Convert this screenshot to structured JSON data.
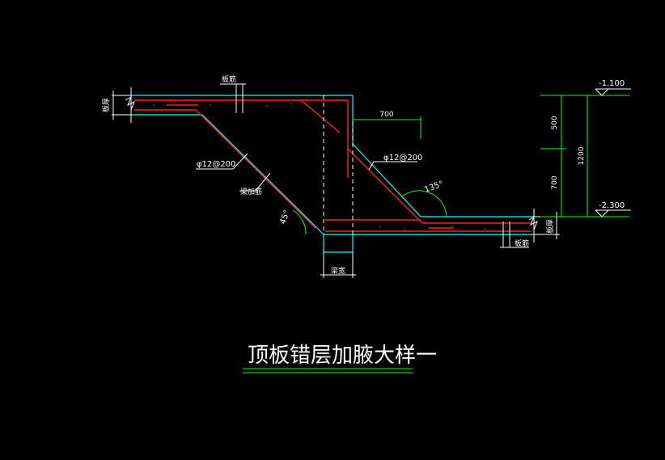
{
  "drawing": {
    "title": "顶板错层加腋大样一",
    "labels": {
      "top_slab": "板厚",
      "top_bar": "板筋",
      "rebar_left": "φ12@200",
      "haunch_bar": "梁加筋",
      "angle_left": "45°",
      "dim_700_top": "700",
      "rebar_right": "φ12@200",
      "angle_right": "135°",
      "beam_width": "梁宽",
      "bottom_bar": "板筋",
      "bottom_slab": "板厚"
    },
    "elevation": {
      "top": "-1.100",
      "bottom": "-2.300",
      "dim_upper": "500",
      "dim_lower": "700",
      "dim_total": "1200"
    }
  },
  "colors": {
    "background": "#000000",
    "outline": "#00ffff",
    "rebar": "#ff2020",
    "annotation": "#ffffff",
    "dimension": "#00ff00",
    "hatch": "#ff4040"
  }
}
